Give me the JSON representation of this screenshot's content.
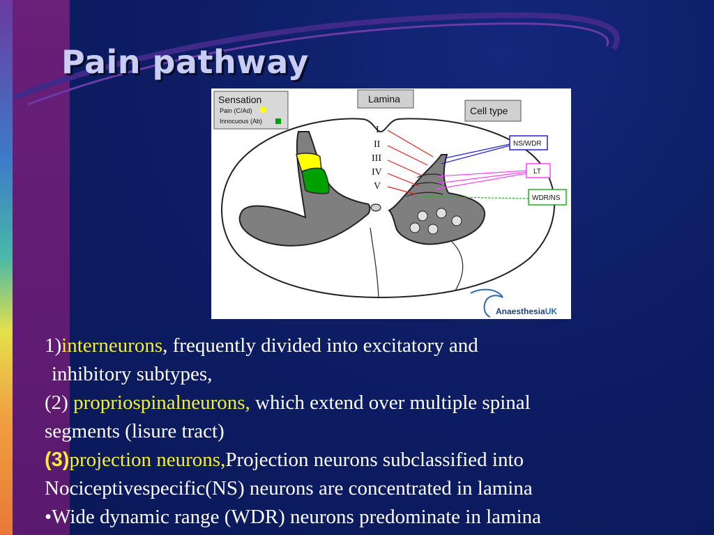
{
  "slide": {
    "title": "Pain pathway"
  },
  "figure": {
    "sensation_header": "Sensation",
    "sensation_pain": "Pain (C/Ad)",
    "sensation_innocuous": "Innocuous (Ab)",
    "lamina_header": "Lamina",
    "cell_type_header": "Cell type",
    "laminae": [
      "I",
      "II",
      "III",
      "IV",
      "V"
    ],
    "cell_types": [
      "NS/WDR",
      "LT",
      "WDR/NS"
    ],
    "logo_main": "Anaesthesia",
    "logo_suffix": "UK",
    "colors": {
      "pain": "#ffff00",
      "innocuous": "#00a000",
      "grey_matter": "#7f7f7f",
      "ns_wdr_line": "#2020e0",
      "lt_line": "#ff40ff",
      "wdr_ns_line": "#20b020",
      "lamina_line": "#e02020"
    }
  },
  "body": {
    "item1_number": "1)",
    "item1_term": "interneurons",
    "item1_rest": ", frequently divided into excitatory and",
    "item1_cont": "inhibitory subtypes,",
    "item2_number": "(2) ",
    "item2_term": "propriospinalneurons,",
    "item2_rest": " which extend over multiple spinal",
    "item2_cont": "segments (lisure tract)",
    "item3_number": "(3)",
    "item3_term": "projection neurons,",
    "item3_rest": "Projection neurons subclassified into",
    "item4": "Nociceptivespecific(NS) neurons are concentrated in lamina",
    "item5": "•Wide dynamic range (WDR) neurons predominate in lamina"
  },
  "colors": {
    "background": "#0b1a5c",
    "highlight": "#f2ee3a",
    "title": "#c9cdf4"
  }
}
